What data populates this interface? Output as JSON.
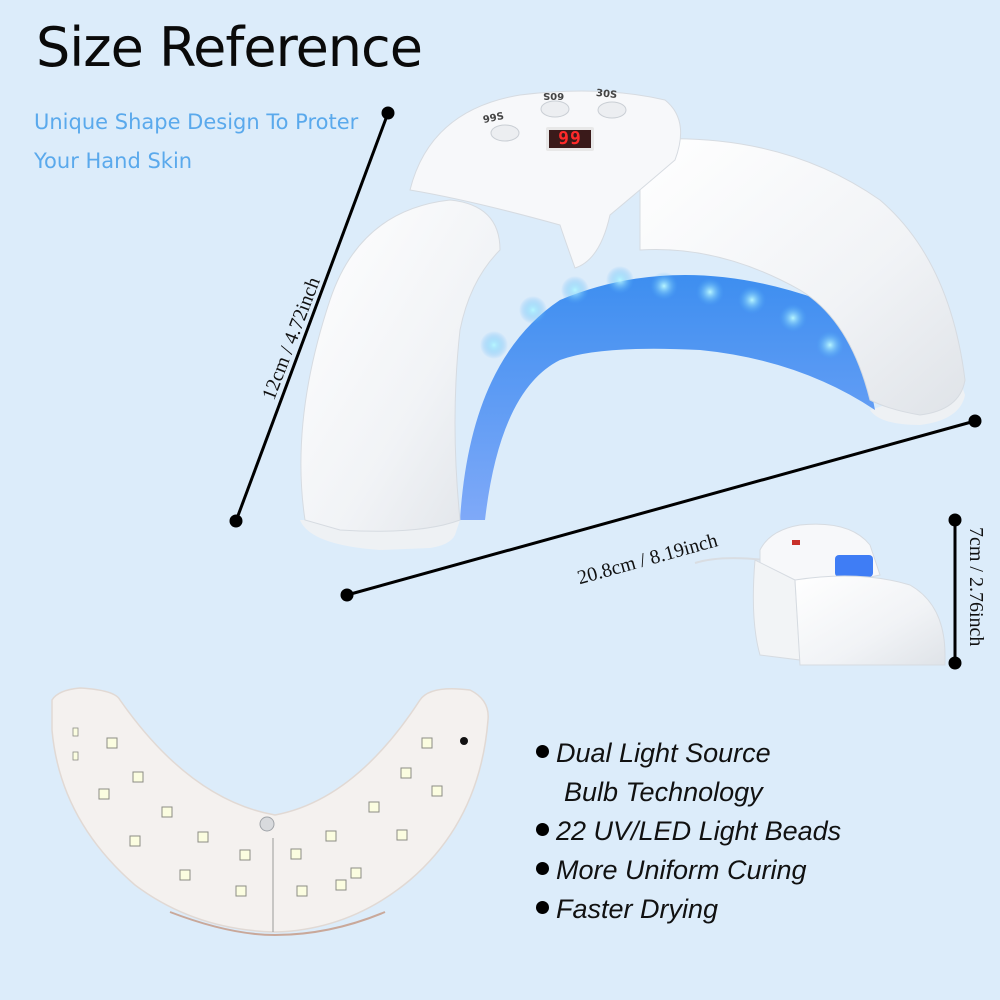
{
  "header": {
    "title": "Size Reference",
    "subtitle_line1": "Unique Shape Design To Proter",
    "subtitle_line2": "Your Hand Skin"
  },
  "colors": {
    "background": "#dcecfa",
    "subtitle": "#5aa9ec",
    "uv_light": "#4f9df5",
    "display_digits": "#ff2a2a"
  },
  "dimensions": {
    "height": "12cm / 4.72inch",
    "width": "20.8cm / 8.19inch",
    "depth": "7cm / 2.76inch"
  },
  "lamp_controls": {
    "buttons": [
      "99S",
      "60S",
      "30S"
    ],
    "display_value": "99"
  },
  "features": [
    {
      "line1": "Dual Light Source",
      "line2": "Bulb Technology"
    },
    {
      "line1": "22 UV/LED Light Beads"
    },
    {
      "line1": "More Uniform Curing"
    },
    {
      "line1": "Faster Drying"
    }
  ],
  "led_count": 22
}
